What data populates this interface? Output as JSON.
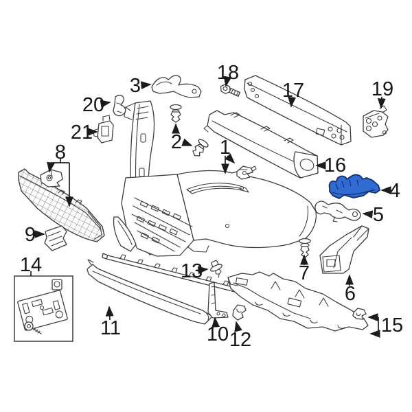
{
  "diagram": {
    "kind": "exploded-parts-diagram",
    "background_color": "#ffffff",
    "line_color": "#3c3c3c",
    "highlighted_callout": "4",
    "highlight_fill": "#2f6bd0",
    "highlight_stroke": "#142f6b",
    "callouts": [
      {
        "label": "1"
      },
      {
        "label": "2"
      },
      {
        "label": "3"
      },
      {
        "label": "4"
      },
      {
        "label": "5"
      },
      {
        "label": "6"
      },
      {
        "label": "7"
      },
      {
        "label": "8"
      },
      {
        "label": "9"
      },
      {
        "label": "10"
      },
      {
        "label": "11"
      },
      {
        "label": "12"
      },
      {
        "label": "13"
      },
      {
        "label": "14"
      },
      {
        "label": "15"
      },
      {
        "label": "16"
      },
      {
        "label": "17"
      },
      {
        "label": "18"
      },
      {
        "label": "19"
      },
      {
        "label": "20"
      },
      {
        "label": "21"
      }
    ]
  }
}
